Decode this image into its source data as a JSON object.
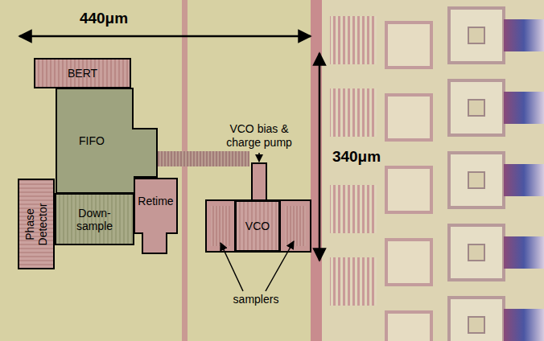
{
  "diagram": {
    "nodes": [
      {
        "text": [
          "BERT"
        ]
      },
      {
        "text": [
          "FIFO"
        ]
      },
      {
        "text": [
          "Phase Detector"
        ]
      },
      {
        "text": [
          "Down- sample"
        ]
      },
      {
        "text": [
          "Retime"
        ]
      },
      {
        "text": [
          "VCO"
        ]
      }
    ],
    "labels": [
      "440μm",
      "340μm",
      "VCO bias & charge pump",
      "samplers"
    ]
  }
}
